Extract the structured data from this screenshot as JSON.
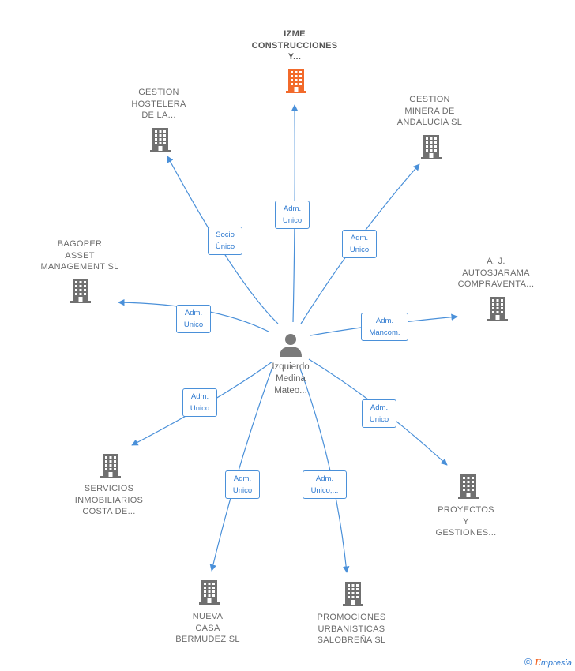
{
  "center": {
    "name": "Izquierdo\nMedina\nMateo..."
  },
  "companies": [
    {
      "id": "izme",
      "name": "IZME\nCONSTRUCCIONES\nY...",
      "highlight": true,
      "relation": "Adm.\nUnico"
    },
    {
      "id": "hostelera",
      "name": "GESTION\nHOSTELERA\nDE LA...",
      "highlight": false,
      "relation": "Socio\nÚnico"
    },
    {
      "id": "minera",
      "name": "GESTION\nMINERA DE\nANDALUCIA  SL",
      "highlight": false,
      "relation": "Adm.\nUnico"
    },
    {
      "id": "bagoper",
      "name": "BAGOPER\nASSET\nMANAGEMENT SL",
      "highlight": false,
      "relation": "Adm.\nUnico"
    },
    {
      "id": "autosjarama",
      "name": "A.  J.\nAUTOSJARAMA\nCOMPRAVENTA...",
      "highlight": false,
      "relation": "Adm.\nMancom."
    },
    {
      "id": "servicios",
      "name": "SERVICIOS\nINMOBILIARIOS\nCOSTA DE...",
      "highlight": false,
      "relation": "Adm.\nUnico"
    },
    {
      "id": "proyectos",
      "name": "PROYECTOS\nY\nGESTIONES...",
      "highlight": false,
      "relation": "Adm.\nUnico"
    },
    {
      "id": "nueva",
      "name": "NUEVA\nCASA\nBERMUDEZ  SL",
      "highlight": false,
      "relation": "Adm.\nUnico"
    },
    {
      "id": "promociones",
      "name": "PROMOCIONES\nURBANISTICAS\nSALOBREÑA SL",
      "highlight": false,
      "relation": "Adm.\nUnico,..."
    }
  ],
  "colors": {
    "edge": "#4a90d9",
    "building": "#707070",
    "highlight": "#f26a2b",
    "person": "#7a7a7a"
  },
  "footer": {
    "copyright": "©",
    "brand_first": "E",
    "brand_rest": "mpresia"
  }
}
